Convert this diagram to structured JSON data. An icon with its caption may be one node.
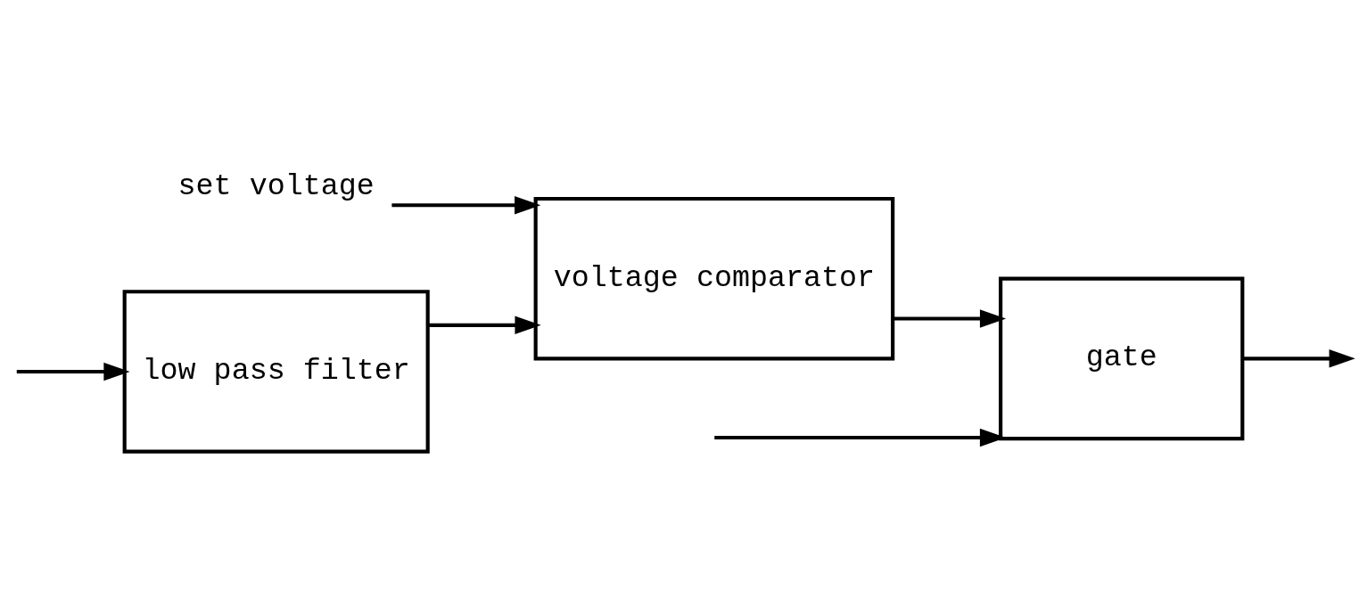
{
  "diagram": {
    "nodes": [
      {
        "text": [
          "set voltage"
        ]
      },
      {
        "text": [
          "low pass filter"
        ]
      },
      {
        "text": [
          "voltage comparator"
        ]
      },
      {
        "text": [
          "gate"
        ]
      }
    ],
    "edges": [
      {
        "from": null,
        "to": 1,
        "arrow": "to"
      },
      {
        "from": null,
        "to": 3,
        "arrow": "to"
      },
      {
        "from": 1,
        "to": 2,
        "arrow": "to"
      },
      {
        "from": 0,
        "to": 2,
        "arrow": "to"
      },
      {
        "from": 2,
        "to": 3,
        "arrow": "to"
      },
      {
        "from": 3,
        "to": null,
        "arrow": "to"
      }
    ]
  }
}
